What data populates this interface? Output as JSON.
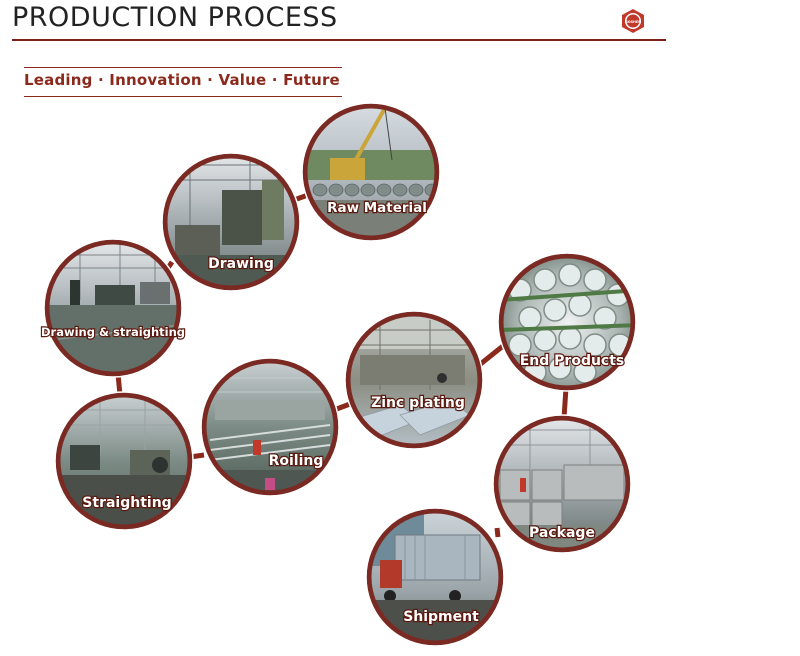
{
  "header": {
    "title": "PRODUCTION PROCESS",
    "logo_text": "GOSHEN"
  },
  "tagline": "Leading · Innovation · Value · Future",
  "colors": {
    "brand": "#7d1f17",
    "ring": "#7a2a22",
    "connector": "#8b2a1c"
  },
  "steps": [
    {
      "label": "Raw Material"
    },
    {
      "label": "Drawing"
    },
    {
      "label": "Drawing & straighting"
    },
    {
      "label": "Straighting"
    },
    {
      "label": "Roiling"
    },
    {
      "label": "Zinc plating"
    },
    {
      "label": "End Products"
    },
    {
      "label": "Package"
    },
    {
      "label": "Shipment"
    }
  ]
}
